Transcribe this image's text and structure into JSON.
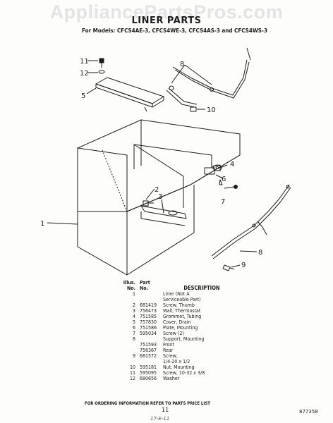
{
  "watermark": "AppliancePartsPros.com",
  "title": "LINER PARTS",
  "models": "For Models: CFCS4AE-3, CFCS4WE-3, CFCS4AS-3 and CFCS4WS-3",
  "callouts": [
    "11",
    "12",
    "5",
    "8",
    "10",
    "1",
    "2",
    "3",
    "4",
    "6",
    "7",
    "8",
    "9"
  ],
  "table": {
    "headers": {
      "illus": "Illus.",
      "illus2": "No.",
      "part": "Part",
      "part2": "No.",
      "desc": "DESCRIPTION"
    },
    "rows": [
      {
        "illus": "1",
        "part": "",
        "desc": "Liner (Not A"
      },
      {
        "illus": "",
        "part": "",
        "desc": "Serviceable Part)"
      },
      {
        "illus": "2",
        "part": "681419",
        "desc": "Screw, Thumb"
      },
      {
        "illus": "3",
        "part": "756473",
        "desc": "Wall, Thermostat"
      },
      {
        "illus": "4",
        "part": "751585",
        "desc": "Grommet, Tubing"
      },
      {
        "illus": "5",
        "part": "757830",
        "desc": "Cover, Drain"
      },
      {
        "illus": "6",
        "part": "751586",
        "desc": "Plate, Mounting"
      },
      {
        "illus": "7",
        "part": "595034",
        "desc": "Screw (2)"
      },
      {
        "illus": "8",
        "part": "",
        "desc": "Support, Mounting"
      },
      {
        "illus": "",
        "part": "751593",
        "desc": "Front"
      },
      {
        "illus": "",
        "part": "756367",
        "desc": "Rear"
      },
      {
        "illus": "9",
        "part": "681572",
        "desc": "Screw,"
      },
      {
        "illus": "",
        "part": "",
        "desc": "1/4-20 x 1/2"
      },
      {
        "illus": "10",
        "part": "595181",
        "desc": "Nut, Mounting"
      },
      {
        "illus": "11",
        "part": "595095",
        "desc": "Screw, 10-32 x 3/8"
      },
      {
        "illus": "12",
        "part": "680656",
        "desc": "Washer"
      }
    ]
  },
  "footer": "FOR ORDERING INFORMATION REFER TO PARTS PRICE LIST",
  "page_number": "11",
  "doc_number": "877358",
  "handwritten": "17-E-11"
}
